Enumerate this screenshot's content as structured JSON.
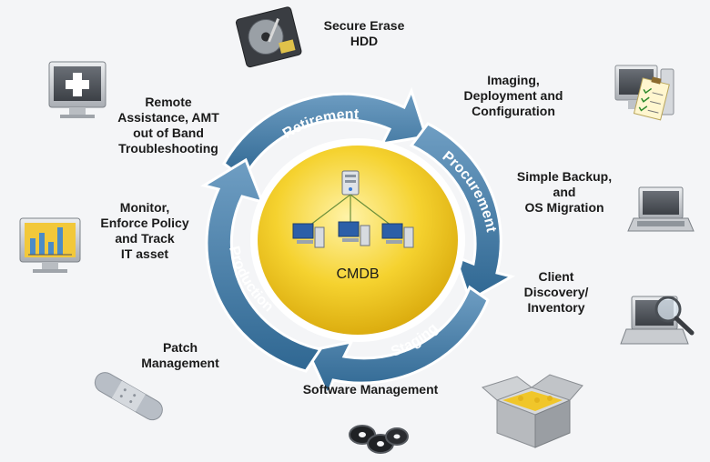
{
  "hub": {
    "label": "CMDB"
  },
  "phases": [
    {
      "id": "retirement",
      "label": "Retirement"
    },
    {
      "id": "procurement",
      "label": "Procurement"
    },
    {
      "id": "staging",
      "label": "Staging"
    },
    {
      "id": "production",
      "label": "Production"
    }
  ],
  "tasks": {
    "secure_erase": "Secure Erase\nHDD",
    "imaging": "Imaging,\nDeployment and\nConfiguration",
    "backup": "Simple Backup,\nand\nOS Migration",
    "discovery": "Client\nDiscovery/\nInventory",
    "software": "Software Management",
    "patch": "Patch\nManagement",
    "monitor": "Monitor,\nEnforce Policy\nand Track\nIT asset",
    "remote": "Remote\nAssistance, AMT\nout of Band\nTroubleshooting"
  },
  "icons": [
    "hard-drive-icon",
    "checklist-computer-icon",
    "laptop-icon",
    "magnifier-laptop-icon",
    "open-box-icon",
    "discs-icon",
    "bandage-icon",
    "bar-chart-monitor-icon",
    "medical-cross-monitor-icon",
    "server-icon",
    "workstation-icon"
  ],
  "colors": {
    "ring_blue": "#3f79a6",
    "ring_light": "#6f9ec3",
    "hub_yellow": "#f1c61a",
    "hub_light": "#fff3a8"
  }
}
